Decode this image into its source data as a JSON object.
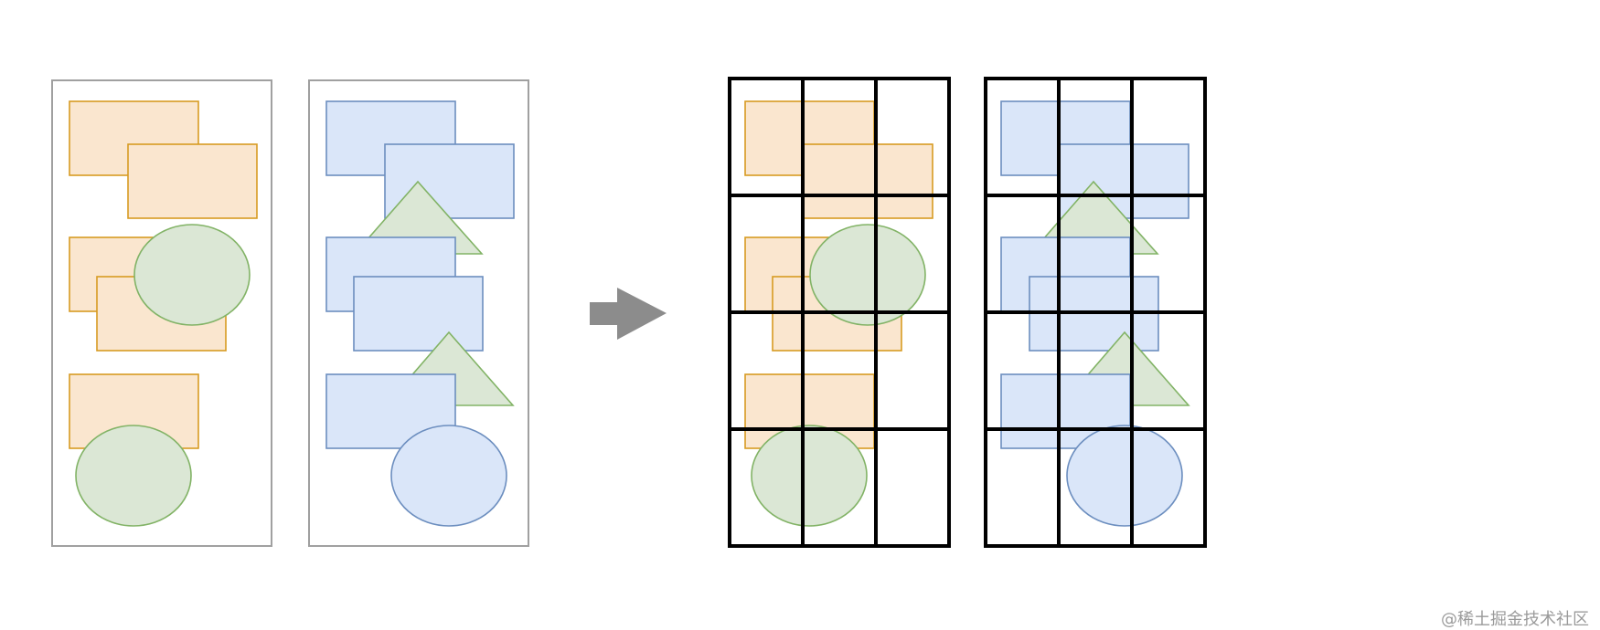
{
  "watermark": "@稀土掘金技术社区",
  "colors": {
    "panel_border": "#a0a0a0",
    "grid_line": "#000000",
    "arrow": "#8c8c8c",
    "orange_fill": "#fae6cf",
    "orange_stroke": "#d79b22",
    "blue_fill": "#dae6f9",
    "blue_stroke": "#6c8ebf",
    "green_fill": "#dbe7d5",
    "green_stroke": "#82b366"
  },
  "grid": {
    "rows": 4,
    "cols": 3
  }
}
